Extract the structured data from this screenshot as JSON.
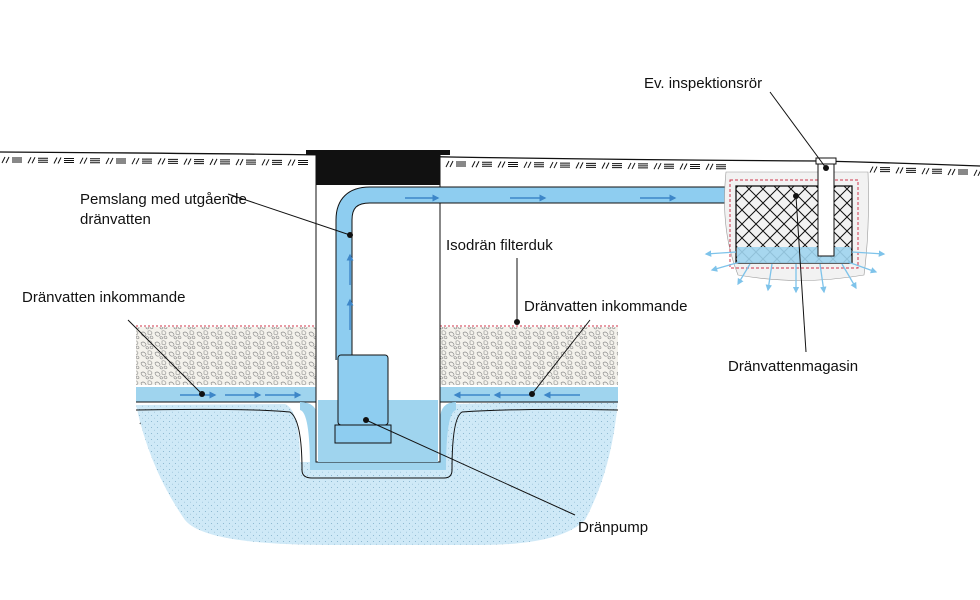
{
  "labels": {
    "inspection_pipe": "Ev. inspektionsrör",
    "hose_line1": "Pemslang med utgående",
    "hose_line2": "dränvatten",
    "filter_cloth": "Isodrän filterduk",
    "incoming_left": "Dränvatten inkommande",
    "incoming_right": "Dränvatten inkommande",
    "reservoir": "Dränvattenmagasin",
    "pump": "Dränpump"
  },
  "colors": {
    "water": "#9fd4ee",
    "water_light": "#cfe9f7",
    "hose": "#8ecdf0",
    "arrow": "#3d86c8",
    "line": "#111111",
    "gravel": "#f4f2ec",
    "filter_line": "#d0344a"
  }
}
